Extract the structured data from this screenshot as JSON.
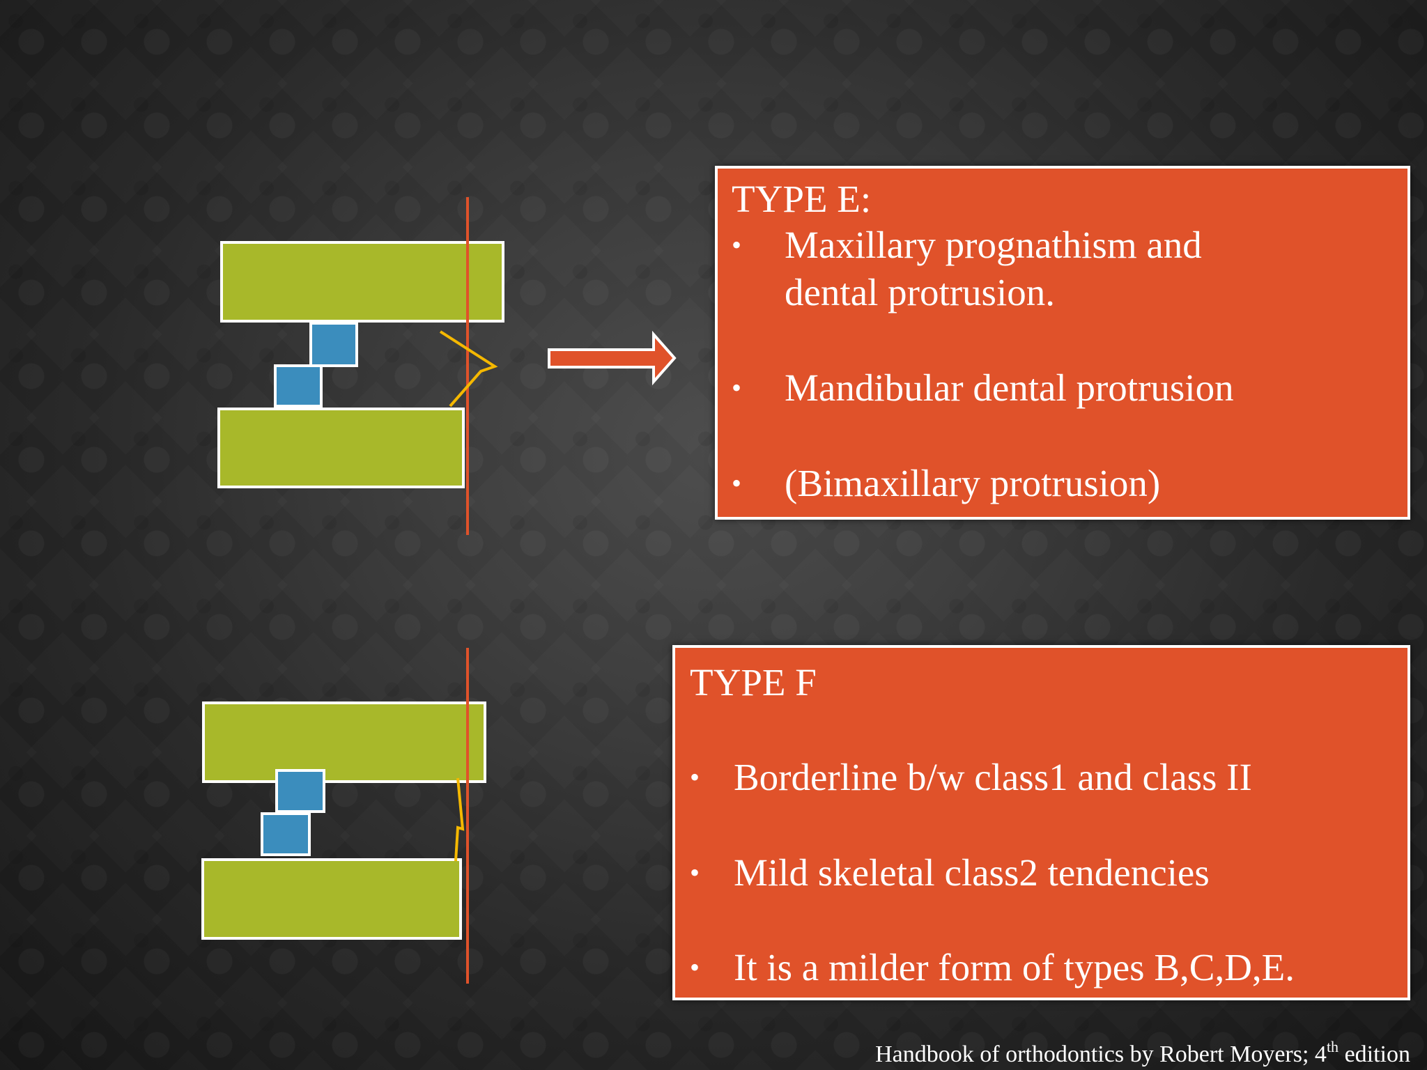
{
  "colors": {
    "box_fill": "#e0522a",
    "box_border": "#ffffff",
    "jaw_fill": "#a8b82a",
    "tooth_fill": "#3b8dbd",
    "reference_line": "#e0522a",
    "profile_line": "#f5b800",
    "background": "#2a2a2a"
  },
  "icons": {
    "arrow": "right-arrow-icon"
  },
  "type_e": {
    "title": "TYPE E:",
    "bullets": [
      {
        "mark": "•",
        "lines": [
          "Maxillary prognathism and",
          "dental protrusion."
        ]
      },
      {
        "mark": "•",
        "lines": [
          "Mandibular dental protrusion"
        ]
      },
      {
        "mark": "•",
        "lines": [
          "(Bimaxillary protrusion)"
        ]
      }
    ]
  },
  "type_f": {
    "title": "TYPE F",
    "bullets": [
      {
        "mark": "•",
        "text": "Borderline b/w class1 and class II"
      },
      {
        "mark": "•",
        "text": "Mild skeletal class2 tendencies"
      },
      {
        "mark": "•",
        "text": "It is a milder form of types B,C,D,E."
      }
    ]
  },
  "footer": {
    "text": "Handbook of orthodontics by Robert Moyers; 4",
    "superscript": "th",
    "suffix": " edition"
  }
}
